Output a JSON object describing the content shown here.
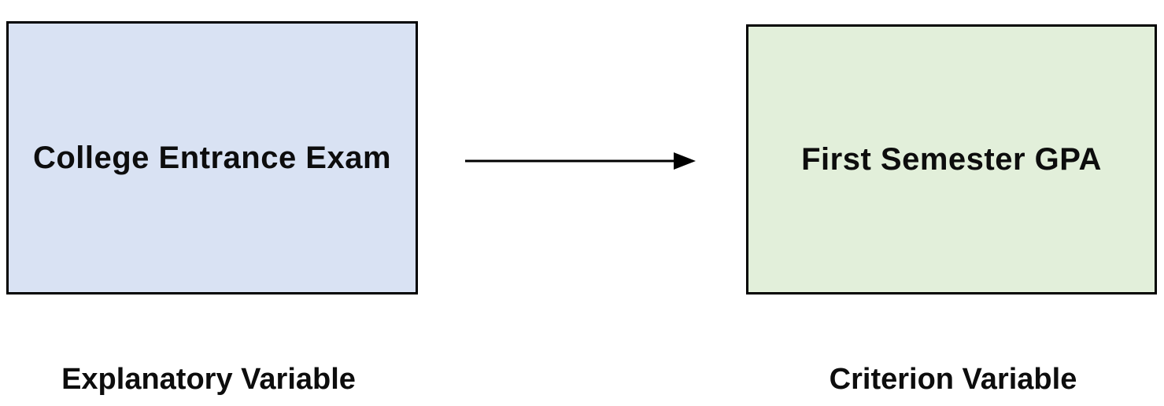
{
  "diagram": {
    "boxes": [
      {
        "id": "explanatory-box",
        "label": "College Entrance Exam",
        "fill": "#D9E2F3",
        "border": "#000000"
      },
      {
        "id": "criterion-box",
        "label": "First Semester GPA",
        "fill": "#E2EFDA",
        "border": "#000000"
      }
    ],
    "arrow": {
      "direction": "right",
      "color": "#000000"
    },
    "captions": [
      {
        "for": "explanatory-box",
        "text": "Explanatory Variable"
      },
      {
        "for": "criterion-box",
        "text": "Criterion Variable"
      }
    ]
  }
}
